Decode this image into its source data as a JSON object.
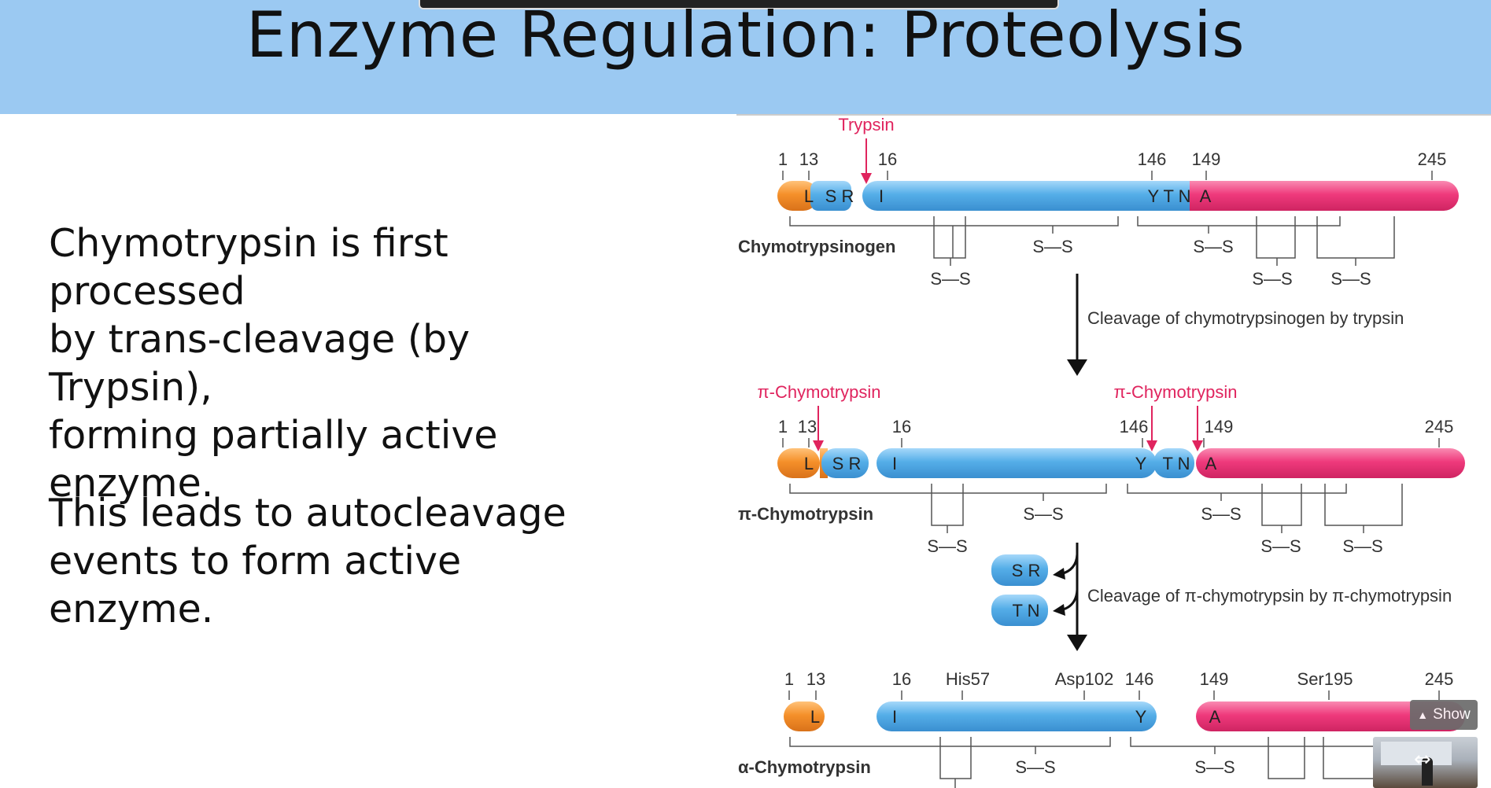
{
  "slide": {
    "title": "Enzyme Regulation: Proteolysis",
    "paragraphs": [
      [
        "Chymotrypsin is first processed",
        "by trans-cleavage (by Trypsin),",
        "forming partially active",
        "enzyme."
      ],
      [
        "This leads to autocleavage",
        "events to form active enzyme."
      ]
    ]
  },
  "diagram": {
    "colors": {
      "orange": "#f5902a",
      "blue": "#55aee8",
      "pink": "#ef3a7c",
      "red_label": "#e0245e",
      "ink": "#222222"
    },
    "row1": {
      "protease_label": "Trypsin",
      "numbers": [
        "1",
        "13",
        "16",
        "146",
        "149",
        "245"
      ],
      "letters": [
        "L",
        "S R",
        "I",
        "Y T N",
        "A"
      ],
      "name": "Chymotrypsinogen",
      "disulfides": [
        "S—S",
        "S—S",
        "S—S",
        "S—S",
        "S—S"
      ]
    },
    "step1_label": "Cleavage of chymotrypsinogen by trypsin",
    "row2": {
      "protease_labels": [
        "π-Chymotrypsin",
        "π-Chymotrypsin"
      ],
      "numbers": [
        "1",
        "13",
        "16",
        "146",
        "149",
        "245"
      ],
      "letters": [
        "L",
        "S R",
        "I",
        "Y",
        "T N",
        "A"
      ],
      "name": "π-Chymotrypsin",
      "disulfides": [
        "S—S",
        "S—S",
        "S—S",
        "S—S",
        "S—S"
      ]
    },
    "released_fragments": [
      "S R",
      "T N"
    ],
    "step2_label": "Cleavage of π-chymotrypsin by π-chymotrypsin",
    "row3": {
      "numbers": [
        "1",
        "13",
        "16",
        "His57",
        "Asp102",
        "146",
        "149",
        "Ser195",
        "245"
      ],
      "letters": [
        "L",
        "I",
        "Y",
        "A"
      ],
      "name": "α-Chymotrypsin",
      "disulfides": [
        "S—S",
        "S—S"
      ]
    }
  },
  "overlay": {
    "show_label": "Show",
    "show_icon": "chevron-up-icon",
    "thumbnail_icon": "swap-arrows-icon"
  }
}
